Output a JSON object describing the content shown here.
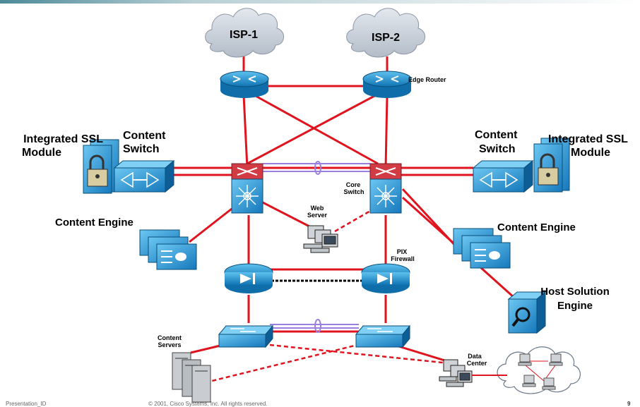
{
  "labels": {
    "isp1": "ISP-1",
    "isp2": "ISP-2",
    "edge_router": "Edge Router",
    "ssl_left_1": "Integrated SSL",
    "ssl_left_2": "Module",
    "cs_left_1": "Content",
    "cs_left_2": "Switch",
    "cs_right_1": "Content",
    "cs_right_2": "Switch",
    "ssl_right_1": "Integrated SSL",
    "ssl_right_2": "Module",
    "ce_left": "Content Engine",
    "ce_right": "Content Engine",
    "web_1": "Web",
    "web_2": "Server",
    "core_1": "Core",
    "core_2": "Switch",
    "pix_1": "PIX",
    "pix_2": "Firewall",
    "hse_1": "Host Solution",
    "hse_2": "Engine",
    "servers_1": "Content",
    "servers_2": "Servers",
    "dc_1": "Data",
    "dc_2": "Center"
  },
  "footer": {
    "presentation": "Presentation_ID",
    "copyright": "© 2001, Cisco Systems, Inc. All rights reserved.",
    "page": "9"
  },
  "colors": {
    "link_red": "#e0141e",
    "trunk_purple": "#9a7fe0",
    "device_blue": "#1e8fd0",
    "device_dark": "#0d5e96",
    "cloud": "#cfd6df"
  }
}
